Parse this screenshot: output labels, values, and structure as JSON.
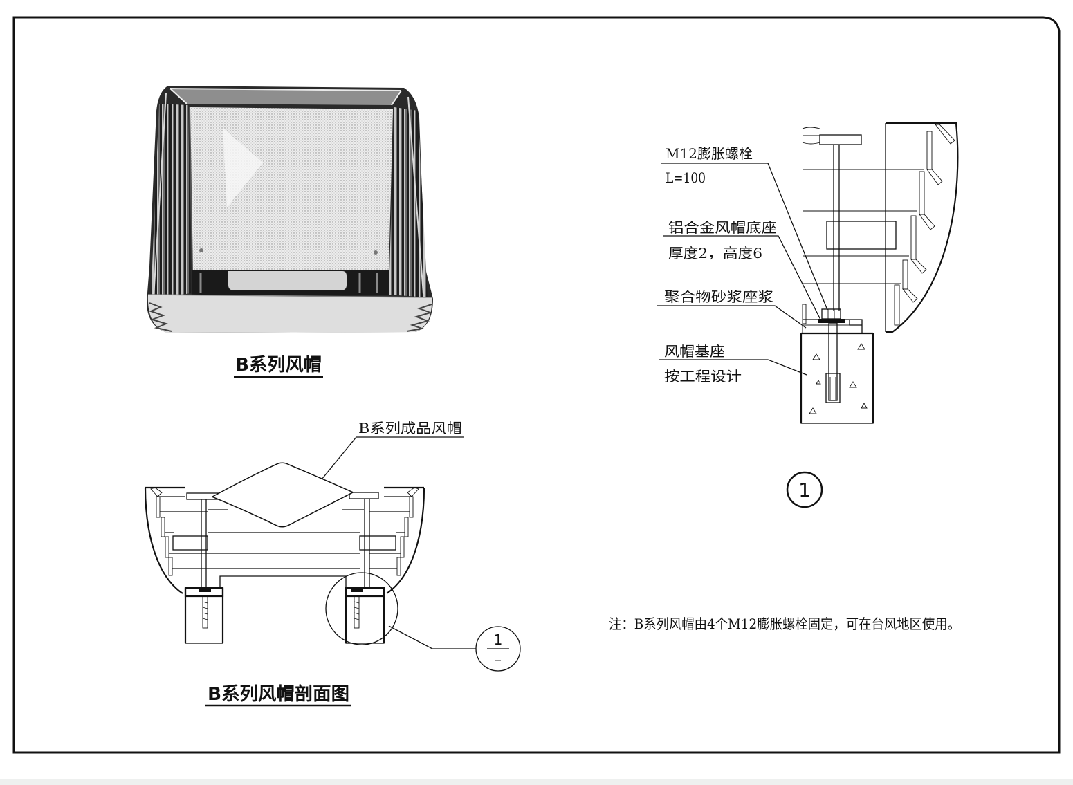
{
  "photo": {
    "caption": "B系列风帽"
  },
  "section": {
    "product_label": "B系列成品风帽",
    "callout_top": "1",
    "callout_bottom": "–",
    "caption": "B系列风帽剖面图"
  },
  "detail": {
    "bolt_label": "M12膨胀螺栓",
    "bolt_length": "L=100",
    "base_plate_label": "铝合金风帽底座",
    "base_plate_size": "厚度2，高度6",
    "mortar_label": "聚合物砂浆座浆",
    "pedestal_label": "风帽基座",
    "pedestal_note": "按工程设计",
    "marker": "1"
  },
  "note": "注：B系列风帽由4个M12膨胀螺栓固定，可在台风地区使用。"
}
